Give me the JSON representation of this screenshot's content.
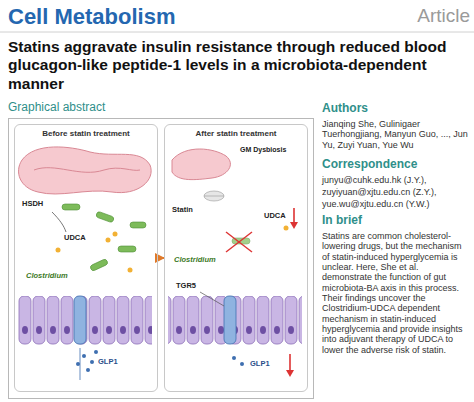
{
  "diagram": {
    "title": "Statins aggravate insulin resistance through reduced blood glucagon-like peptide-1 levels in a microbiota-dependent manner",
    "nodes": [
      {
        "text": [
          "Graphical abstract"
        ]
      },
      {
        "text": [
          "Before statin treatment"
        ],
        "in": 0
      },
      {
        "text": [
          "After statin treatment"
        ],
        "in": 0
      }
    ],
    "edges": [
      {
        "from": 1,
        "to": 2,
        "arrow": "to"
      }
    ],
    "labels": [
      "Cell Metabolism",
      "Article",
      "Authors",
      "Jianqing She, Gulinigaer Tuerhongjiang, Manyun Guo, ..., Jun Yu, Zuyi Yuan, Yue Wu",
      "Correspondence",
      "junyu@cuhk.edu.hk (J.Y.),",
      "zuyiyuan@xjtu.edu.cn (Z.Y.),",
      "yue.wu@xjtu.edu.cn (Y.W.)",
      "In brief",
      "Statins are common cholesterol-lowering drugs, but the mechanism of statin-induced hyperglycemia is unclear. Here, She et al. demonstrate the function of gut microbiota-BA axis in this process. Their findings uncover the Clostridium-UDCA dependent mechanism in statin-induced hyperglycemia and provide insights into adjuvant therapy of UDCA to lower the adverse risk of statin.",
      "HSDH",
      "UDCA",
      "Clostridium",
      "GLP1",
      "GM Dysbiosis",
      "Statin",
      "UDCA",
      "Clostridium",
      "TGR5",
      "GLP1"
    ]
  }
}
